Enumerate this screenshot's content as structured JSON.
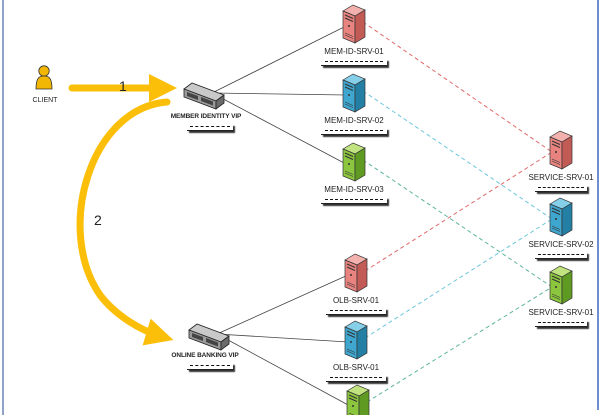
{
  "diagram": {
    "client": {
      "label": "CLIENT",
      "icon": "user-icon",
      "color": "#f2b705"
    },
    "flow_color": "#fbbf0a",
    "steps": [
      {
        "number": "1",
        "from": "CLIENT",
        "to": "MEMBER IDENTITY VIP"
      },
      {
        "number": "2",
        "from": "MEMBER IDENTITY VIP",
        "to": "ONLINE BANKING VIP"
      }
    ],
    "vips": [
      {
        "id": "member-vip",
        "label": "MEMBER IDENTITY VIP",
        "icon": "switch-icon"
      },
      {
        "id": "olb-vip",
        "label": "ONLINE BANKING VIP",
        "icon": "switch-icon"
      }
    ],
    "servers": [
      {
        "id": "mem1",
        "label": "MEM-ID-SRV-01",
        "color": "red",
        "pool": "member-vip"
      },
      {
        "id": "mem2",
        "label": "MEM-ID-SRV-02",
        "color": "blue",
        "pool": "member-vip"
      },
      {
        "id": "mem3",
        "label": "MEM-ID-SRV-03",
        "color": "green",
        "pool": "member-vip"
      },
      {
        "id": "olb1",
        "label": "OLB-SRV-01",
        "color": "red",
        "pool": "olb-vip"
      },
      {
        "id": "olb2",
        "label": "OLB-SRV-01",
        "color": "blue",
        "pool": "olb-vip"
      },
      {
        "id": "olb3",
        "label": "",
        "color": "green",
        "pool": "olb-vip"
      },
      {
        "id": "svc1",
        "label": "SERVICE-SRV-01",
        "color": "red",
        "pool": "service"
      },
      {
        "id": "svc2",
        "label": "SERVICE-SRV-02",
        "color": "blue",
        "pool": "service"
      },
      {
        "id": "svc3",
        "label": "SERVICE-SRV-01",
        "color": "green",
        "pool": "service"
      }
    ],
    "dashed_links": [
      {
        "from": "mem1",
        "to": "svc1",
        "color": "red"
      },
      {
        "from": "mem2",
        "to": "svc2",
        "color": "blue"
      },
      {
        "from": "mem3",
        "to": "svc3",
        "color": "green"
      },
      {
        "from": "olb1",
        "to": "svc1",
        "color": "red"
      },
      {
        "from": "olb2",
        "to": "svc2",
        "color": "blue"
      },
      {
        "from": "olb3",
        "to": "svc3",
        "color": "green"
      }
    ],
    "palette": {
      "red": {
        "front": "#e8837f",
        "side": "#c25a56",
        "top": "#f3b1ad",
        "dash": "#e06a6a"
      },
      "blue": {
        "front": "#3fa7cf",
        "side": "#237fa3",
        "top": "#86cfe9",
        "dash": "#6cc6dc"
      },
      "green": {
        "front": "#8cc63f",
        "side": "#5f9a22",
        "top": "#c0e27f",
        "dash": "#5fb5a0"
      }
    }
  }
}
